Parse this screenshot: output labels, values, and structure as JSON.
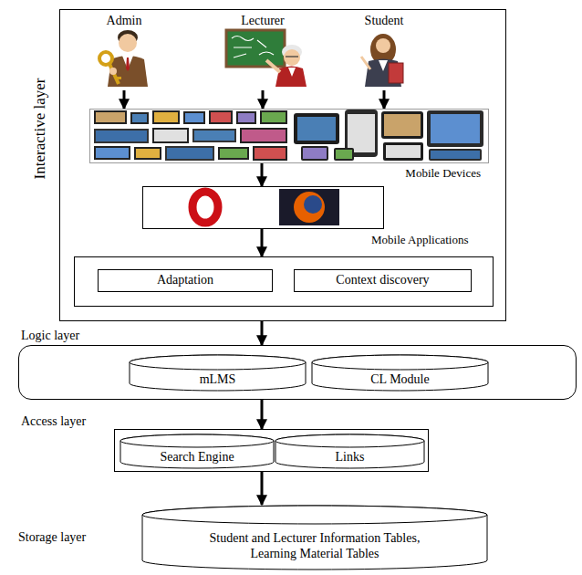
{
  "diagram": {
    "nodes": [
      {
        "text": [
          "Interactive layer"
        ]
      },
      {
        "text": [
          "Admin"
        ],
        "in": 0
      },
      {
        "text": [
          "Lecturer"
        ],
        "in": 0
      },
      {
        "text": [
          "Student"
        ],
        "in": 0
      },
      {
        "text": [
          "Mobile Devices"
        ],
        "in": 0
      },
      {
        "text": [
          "Mobile Applications"
        ],
        "in": 0
      },
      {
        "text": [],
        "in": 0
      },
      {
        "text": [
          "Adaptation"
        ],
        "in": 6
      },
      {
        "text": [
          "Context discovery"
        ],
        "in": 6
      },
      {
        "text": [
          "Logic layer"
        ]
      },
      {
        "text": [
          "mLMS"
        ],
        "in": 9
      },
      {
        "text": [
          "CL Module"
        ],
        "in": 9
      },
      {
        "text": [
          "Access layer"
        ]
      },
      {
        "text": [
          "Search Engine"
        ],
        "in": 12
      },
      {
        "text": [
          "Links"
        ],
        "in": 12
      },
      {
        "text": [
          "Storage layer",
          "Student and Lecturer Information Tables, Learning Material Tables"
        ]
      }
    ],
    "edges": [
      {
        "from": 1,
        "to": 4,
        "arrow": "to"
      },
      {
        "from": 2,
        "to": 4,
        "arrow": "to"
      },
      {
        "from": 3,
        "to": 4,
        "arrow": "to"
      },
      {
        "from": 4,
        "to": 5,
        "arrow": "to"
      },
      {
        "from": 5,
        "to": 6,
        "arrow": "to"
      },
      {
        "from": 0,
        "to": 9,
        "arrow": "to"
      },
      {
        "from": 9,
        "to": 12,
        "arrow": "to"
      },
      {
        "from": 12,
        "to": 15,
        "arrow": "to"
      }
    ]
  }
}
